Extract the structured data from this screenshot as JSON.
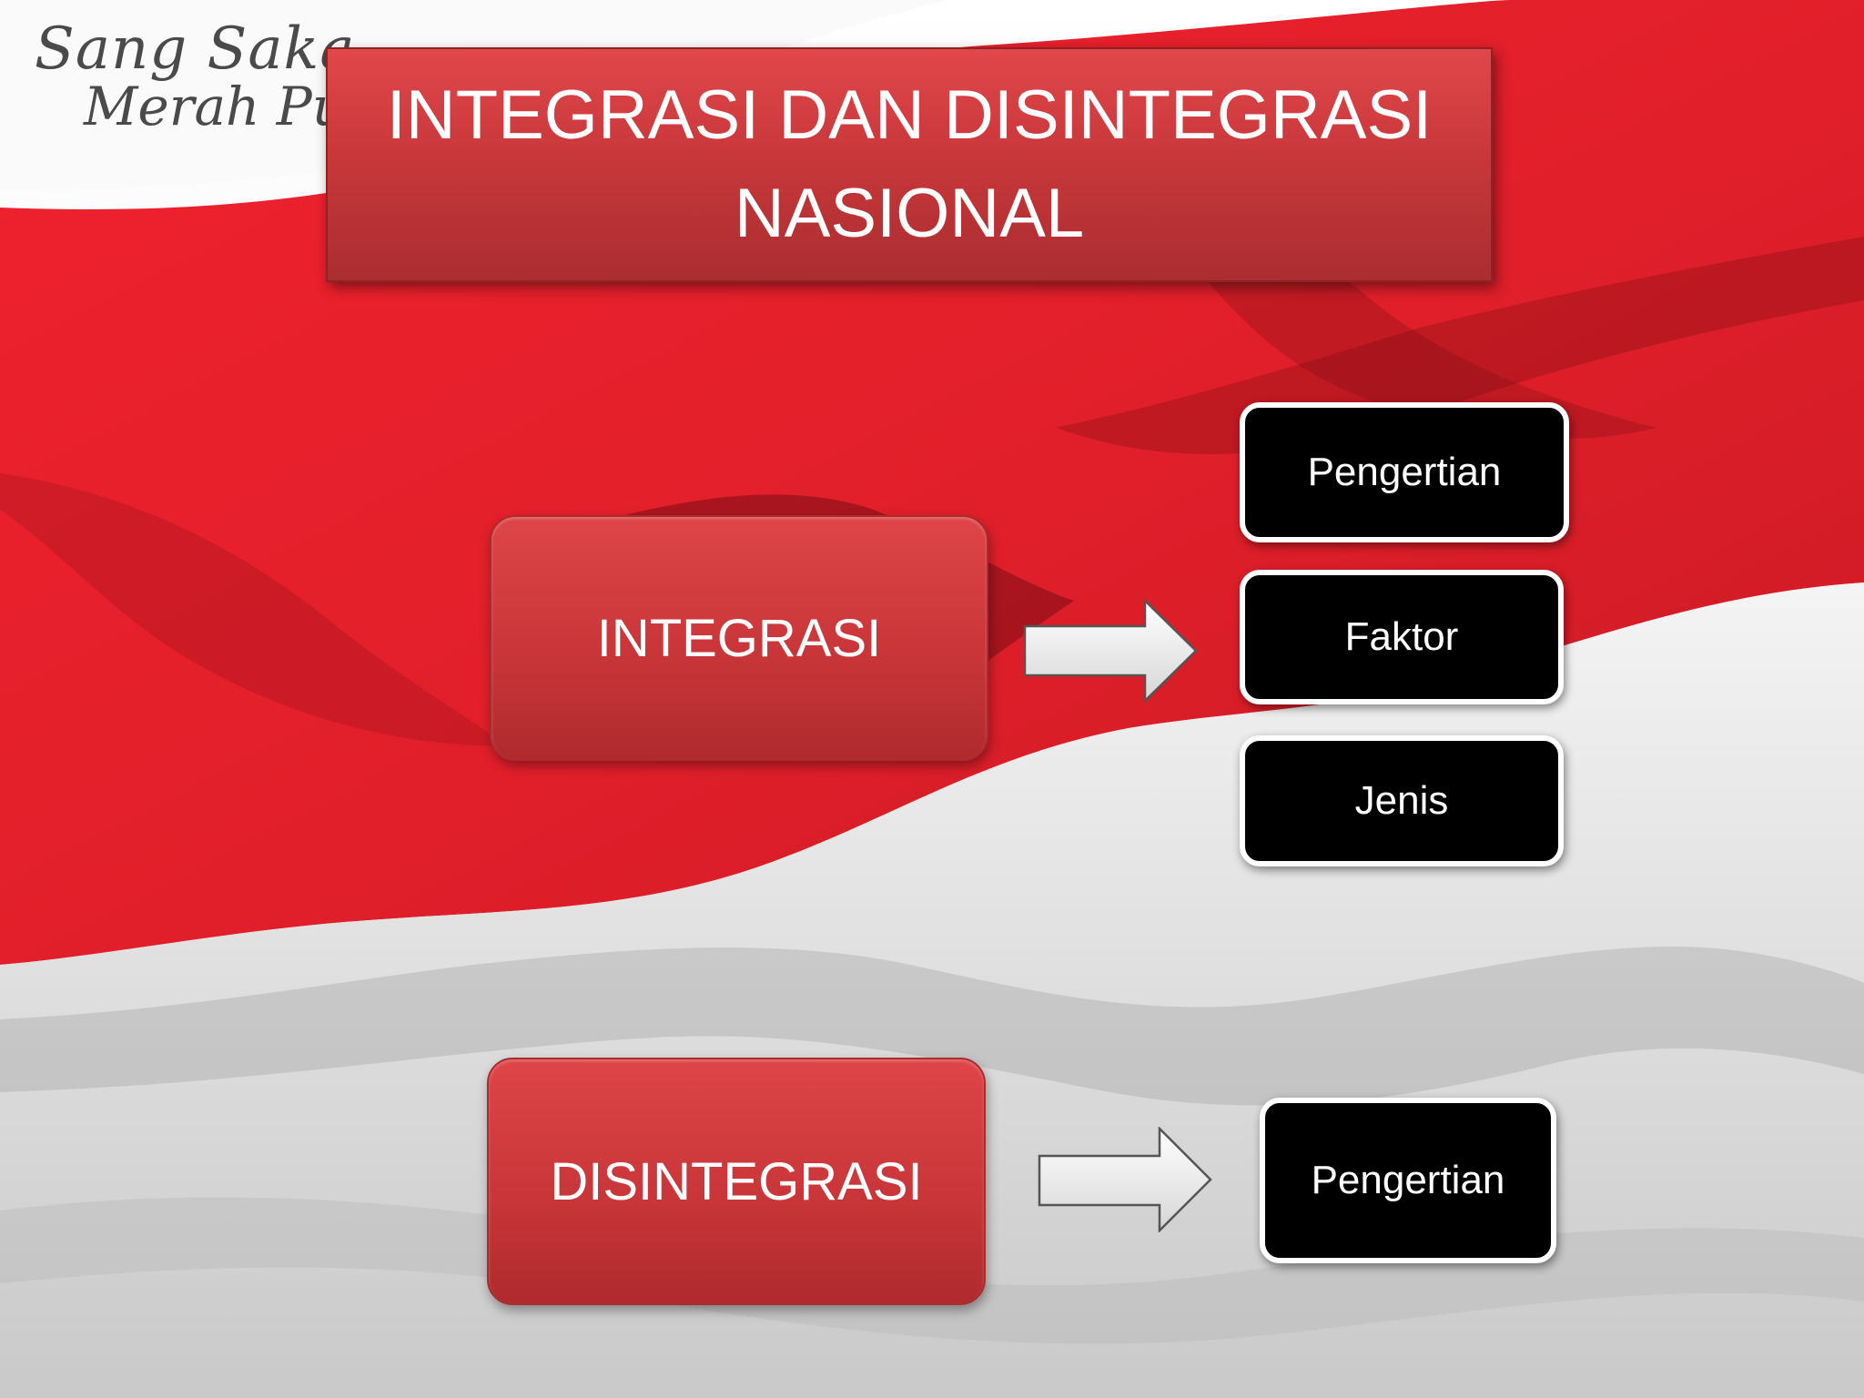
{
  "logo": {
    "line1": "Sang Saka",
    "line2": "Merah Putih"
  },
  "title": {
    "line1": "INTEGRASI DAN DISINTEGRASI",
    "line2": "NASIONAL"
  },
  "integrasi": {
    "label": "INTEGRASI",
    "items": [
      "Pengertian",
      "Faktor",
      "Jenis"
    ]
  },
  "disintegrasi": {
    "label": "DISINTEGRASI",
    "items": [
      "Pengertian"
    ]
  },
  "colors": {
    "flag_red": "#e5232d",
    "box_red": "#c93639",
    "item_bg": "#000000",
    "item_border": "#ffffff"
  }
}
